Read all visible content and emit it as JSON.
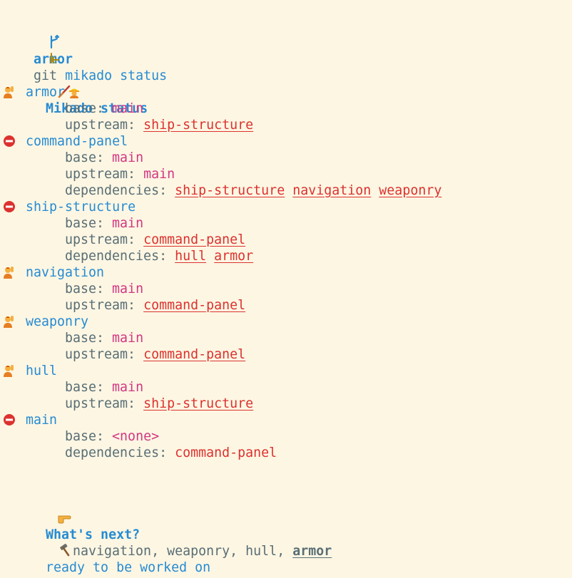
{
  "prompt": {
    "branch": "armor",
    "command_parts": [
      "git",
      "mikado",
      "status"
    ]
  },
  "status_heading": "Mikado status",
  "field_labels": {
    "base": "base:",
    "upstream": "upstream:",
    "dependencies": "dependencies:"
  },
  "branches": [
    {
      "name": "armor",
      "state": "ready",
      "current": true,
      "base": "main",
      "upstream": "ship-structure",
      "dependencies": []
    },
    {
      "name": "command-panel",
      "state": "blocked",
      "base": "main",
      "upstream": "main",
      "dependencies": [
        "ship-structure",
        "navigation",
        "weaponry"
      ]
    },
    {
      "name": "ship-structure",
      "state": "blocked",
      "base": "main",
      "upstream": "command-panel",
      "dependencies": [
        "hull",
        "armor"
      ]
    },
    {
      "name": "navigation",
      "state": "ready",
      "base": "main",
      "upstream": "command-panel",
      "dependencies": []
    },
    {
      "name": "weaponry",
      "state": "ready",
      "base": "main",
      "upstream": "command-panel",
      "dependencies": []
    },
    {
      "name": "hull",
      "state": "ready",
      "base": "main",
      "upstream": "ship-structure",
      "dependencies": []
    },
    {
      "name": "main",
      "state": "blocked",
      "base": "<none>",
      "upstream": "",
      "dependencies": [
        "command-panel"
      ]
    }
  ],
  "next_heading": "What's next?",
  "ready_heading": "ready to be worked on",
  "ready_list": {
    "items": [
      "navigation",
      "weaponry",
      "hull",
      "armor"
    ],
    "separator": ", ",
    "current": "armor"
  },
  "colors": {
    "background": "#fdf6e3",
    "blue": "#268bd2",
    "magenta": "#d33682",
    "red": "#dc322f",
    "text": "#586e75"
  },
  "icons": {
    "prompt_branch": "git-branch-icon",
    "prompt_arrow": "return-arrow-icon",
    "status": "mikado-stick-icon",
    "ready": "raising-hand-icon",
    "blocked": "no-entry-icon",
    "current": "construction-worker-icon",
    "next": "pointing-hand-icon",
    "work": "hammer-icon"
  }
}
